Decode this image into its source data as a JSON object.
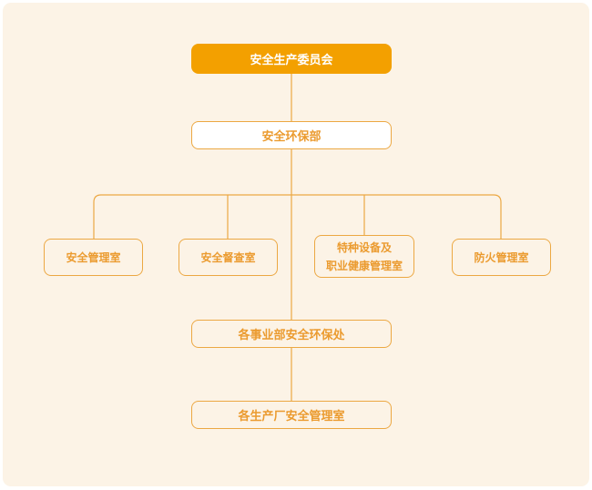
{
  "colors": {
    "page_margin": "#ffffff",
    "canvas_background": "#fcf3e6",
    "primary_fill": "#f3a000",
    "primary_text_on_fill": "#ffffff",
    "outline": "#eca843",
    "line": "#eca843",
    "text_orange": "#eb9b2f"
  },
  "org_chart": {
    "nodes": {
      "committee": {
        "label": "安全生产委员会"
      },
      "department": {
        "label": "安全环保部"
      },
      "safety_management_office": {
        "label": "安全管理室"
      },
      "safety_supervision_office": {
        "label": "安全督查室"
      },
      "special_equipment_office": {
        "label": "特种设备及\n职业健康管理室"
      },
      "fire_prevention_office": {
        "label": "防火管理室"
      },
      "division_ep_office": {
        "label": "各事业部安全环保处"
      },
      "plant_safety_office": {
        "label": "各生产厂安全管理室"
      }
    }
  }
}
